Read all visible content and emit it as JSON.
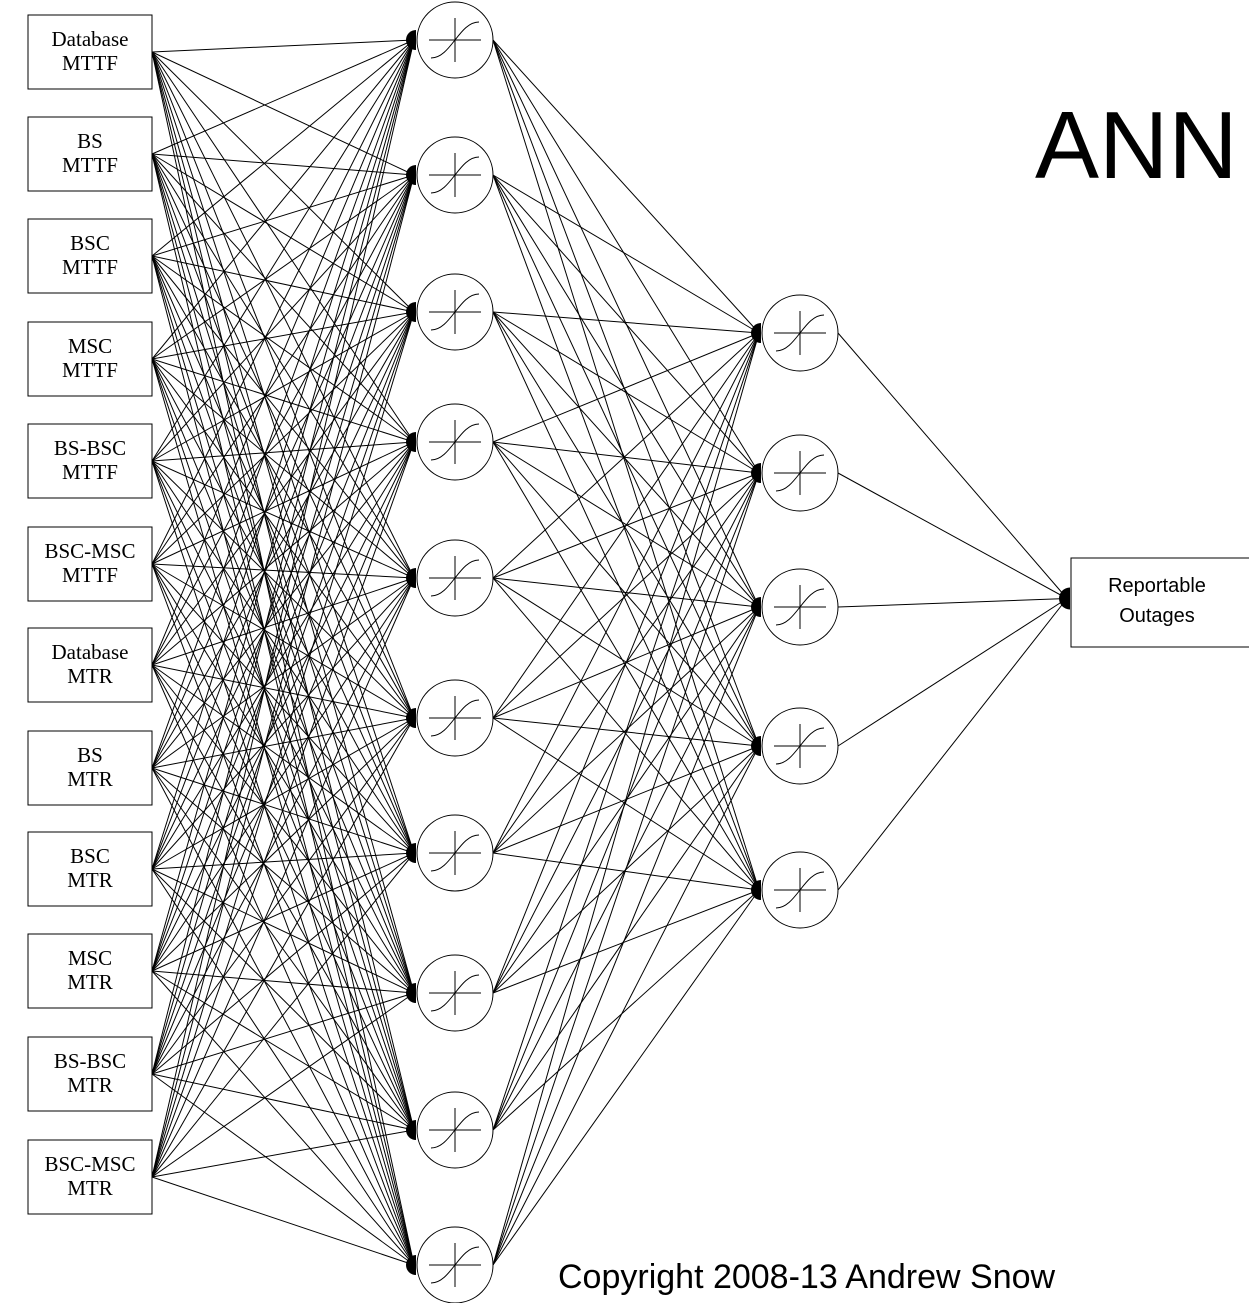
{
  "title": "ANN",
  "copyright": "Copyright 2008-13 Andrew Snow",
  "colors": {
    "line": "#000000",
    "background": "#ffffff"
  },
  "inputs": [
    {
      "line1": "Database",
      "line2": "MTTF"
    },
    {
      "line1": "BS",
      "line2": "MTTF"
    },
    {
      "line1": "BSC",
      "line2": "MTTF"
    },
    {
      "line1": "MSC",
      "line2": "MTTF"
    },
    {
      "line1": "BS-BSC",
      "line2": "MTTF"
    },
    {
      "line1": "BSC-MSC",
      "line2": "MTTF"
    },
    {
      "line1": "Database",
      "line2": "MTR"
    },
    {
      "line1": "BS",
      "line2": "MTR"
    },
    {
      "line1": "BSC",
      "line2": "MTR"
    },
    {
      "line1": "MSC",
      "line2": "MTR"
    },
    {
      "line1": "BS-BSC",
      "line2": "MTR"
    },
    {
      "line1": "BSC-MSC",
      "line2": "MTR"
    }
  ],
  "hidden_layer_1": {
    "neuron_count": 10,
    "activation_icon": "sigmoid-icon"
  },
  "hidden_layer_2": {
    "neuron_count": 5,
    "activation_icon": "sigmoid-icon"
  },
  "output": {
    "line1": "Reportable",
    "line2": "Outages"
  }
}
